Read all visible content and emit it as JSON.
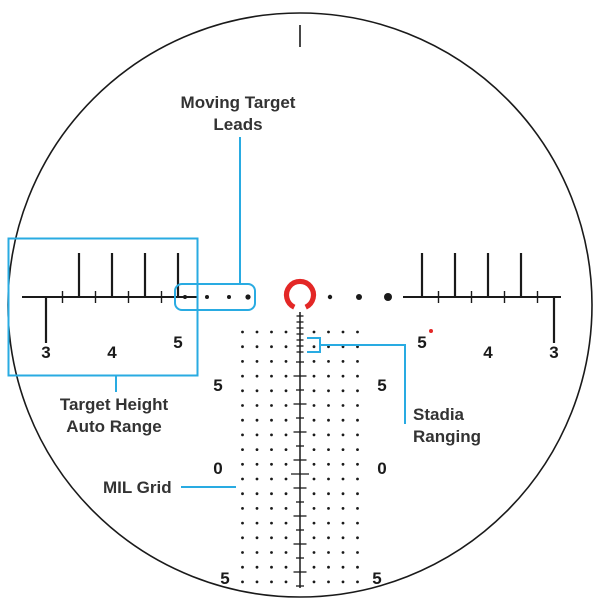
{
  "figure": {
    "name": "Riflescope reticle feature diagram"
  },
  "colors": {
    "accent": "#29ABE2",
    "red": "#E32726",
    "ink": "#1a1a1a",
    "text": "#333333"
  },
  "callouts": {
    "moving_target_leads": {
      "line1": "Moving Target",
      "line2": "Leads"
    },
    "target_height": {
      "line1": "Target Height",
      "line2": "Auto Range"
    },
    "stadia": {
      "line1": "Stadia",
      "line2": "Ranging"
    },
    "mil_grid": {
      "label": "MIL Grid"
    }
  },
  "horizontal_scale": {
    "left_labels": [
      "3",
      "4",
      "5"
    ],
    "right_labels": [
      "5",
      "4",
      "3"
    ]
  },
  "vertical_scale": {
    "left_labels": [
      "5",
      "0",
      "5"
    ],
    "right_labels": [
      "5",
      "0",
      "5"
    ]
  }
}
